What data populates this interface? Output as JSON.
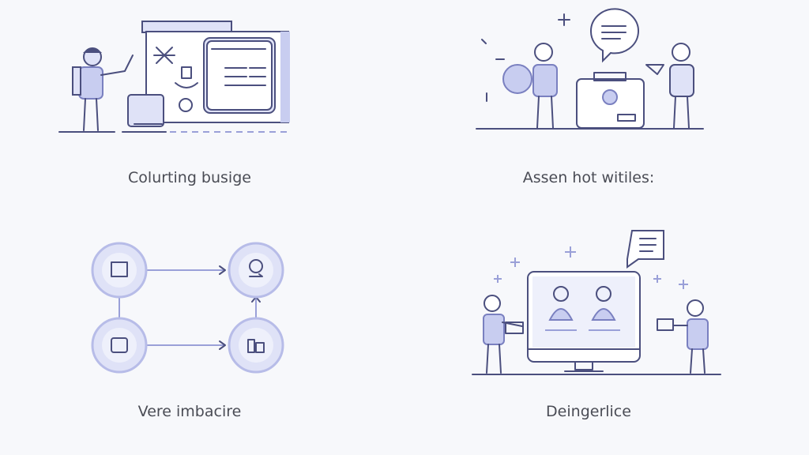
{
  "panels": [
    {
      "caption": "Colurting busige"
    },
    {
      "caption": "Assen hot witiles:"
    },
    {
      "caption": "Vere imbacire"
    },
    {
      "caption": "Deingerlice"
    }
  ],
  "colors": {
    "accent": "#c8cdf0",
    "outline": "#4b4f7e",
    "background": "#f7f8fb",
    "text": "#4a4c55"
  }
}
